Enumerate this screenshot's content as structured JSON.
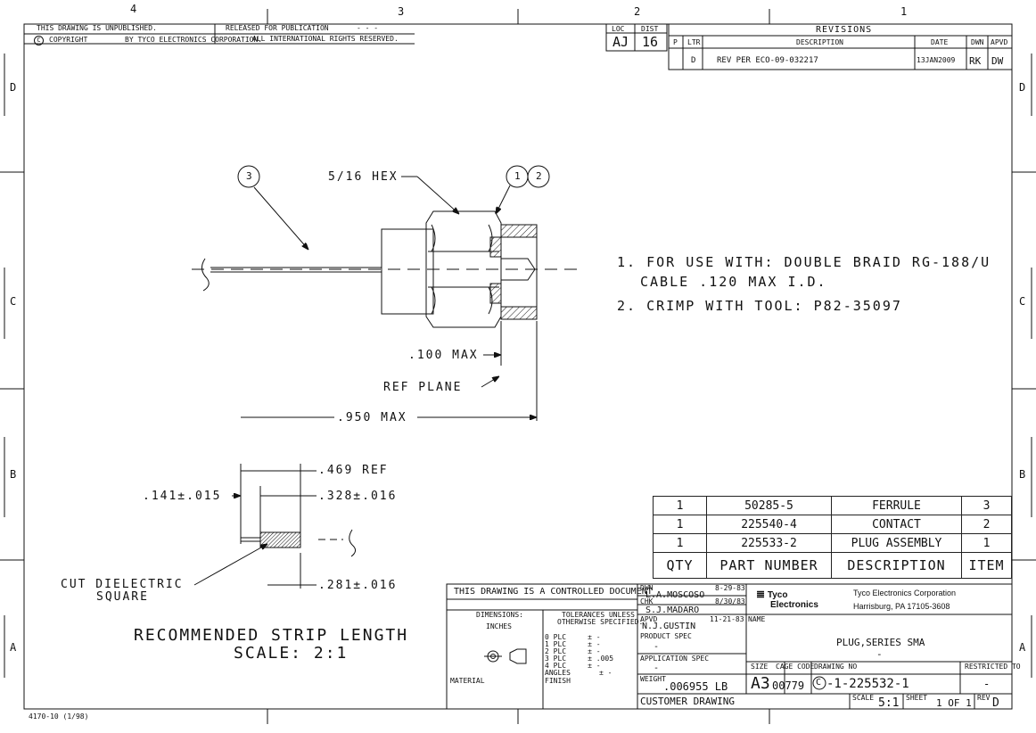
{
  "zone_numbers": [
    "4",
    "3",
    "2",
    "1"
  ],
  "zone_letters": [
    "D",
    "C",
    "B",
    "A"
  ],
  "header": {
    "unpublished": "THIS DRAWING IS UNPUBLISHED.",
    "copyright_symbol": "C",
    "copyright": "COPYRIGHT",
    "by_corp": "BY TYCO ELECTRONICS CORPORATION.",
    "released": "RELEASED FOR PUBLICATION",
    "released_dashes": "-  -  -",
    "rights": "ALL INTERNATIONAL RIGHTS RESERVED.",
    "loc_label": "LOC",
    "dist_label": "DIST",
    "loc_value": "AJ",
    "dist_value": "16"
  },
  "revisions": {
    "title": "REVISIONS",
    "col_p": "P",
    "col_ltr": "LTR",
    "col_desc": "DESCRIPTION",
    "col_date": "DATE",
    "col_dwn": "DWN",
    "col_apvd": "APVD",
    "row": {
      "ltr": "D",
      "desc": "REV PER ECO-09-032217",
      "date": "13JAN2009",
      "dwn": "RK",
      "apvd": "DW"
    }
  },
  "callouts": {
    "c3": "3",
    "c1": "1",
    "c2": "2",
    "hex": "5/16 HEX"
  },
  "notes": [
    "1. FOR USE WITH: DOUBLE BRAID RG-188/U",
    "CABLE .120 MAX I.D.",
    "2. CRIMP WITH TOOL: P82-35097"
  ],
  "dims": {
    "d100": ".100 MAX",
    "refplane": "REF PLANE",
    "d950": ".950 MAX",
    "d469": ".469 REF",
    "d141": ".141±.015",
    "d328": ".328±.016",
    "d281": ".281±.016",
    "cut1": "CUT DIELECTRIC",
    "cut2": "SQUARE"
  },
  "strip": {
    "title": "RECOMMENDED STRIP LENGTH",
    "scale": "SCALE: 2:1"
  },
  "bom": {
    "rows": [
      {
        "qty": "1",
        "part": "50285-5",
        "desc": "FERRULE",
        "item": "3"
      },
      {
        "qty": "1",
        "part": "225540-4",
        "desc": "CONTACT",
        "item": "2"
      },
      {
        "qty": "1",
        "part": "225533-2",
        "desc": "PLUG ASSEMBLY",
        "item": "1"
      }
    ],
    "header": {
      "qty": "QTY",
      "part": "PART NUMBER",
      "desc": "DESCRIPTION",
      "item": "ITEM"
    }
  },
  "title_block": {
    "controlled": "THIS DRAWING IS A CONTROLLED DOCUMENT",
    "dimensions": "DIMENSIONS:",
    "inches": "INCHES",
    "tolerances1": "TOLERANCES UNLESS",
    "tolerances2": "OTHERWISE SPECIFIED:",
    "plc": [
      "0 PLC     ± -",
      "1 PLC     ± -",
      "2 PLC     ± -",
      "3 PLC     ± .005",
      "4 PLC     ± -"
    ],
    "angles": "ANGLES",
    "angles_tol": "± -",
    "material": "MATERIAL",
    "finish": "FINISH",
    "dwn_label": "DWN",
    "dwn_name": "L.A.MOSCOSO",
    "dwn_date": "8-29-83",
    "chk_label": "CHK",
    "chk_name": "S.J.MADARO",
    "chk_date": "8/30/83",
    "appd_label": "APVD",
    "appd_name": "N.J.GUSTIN",
    "appd_date": "11-21-83",
    "product_spec": "PRODUCT SPEC",
    "product_spec_val": "-",
    "application_spec": "APPLICATION SPEC",
    "application_spec_val": "-",
    "weight_label": "WEIGHT",
    "weight": ".006955 LB",
    "customer": "CUSTOMER DRAWING",
    "logo1": "Tyco",
    "logo2": "Electronics",
    "company": "Tyco Electronics Corporation",
    "address": "Harrisburg, PA 17105-3608",
    "name_label": "NAME",
    "name": "PLUG,SERIES SMA",
    "name2": "-",
    "size_label": "SIZE",
    "size": "A3",
    "cage_label": "CAGE CODE",
    "cage": "00779",
    "dwg_label": "DRAWING NO",
    "dwg_symbol": "C",
    "dwg": "-1-225532-1",
    "restricted_label": "RESTRICTED TO",
    "restricted": "-",
    "scale_label": "SCALE",
    "scale": "5:1",
    "sheet_label": "SHEET",
    "sheet": "1 OF 1",
    "rev_label": "REV",
    "rev": "D"
  },
  "footer": "4170-10 (1/98)"
}
